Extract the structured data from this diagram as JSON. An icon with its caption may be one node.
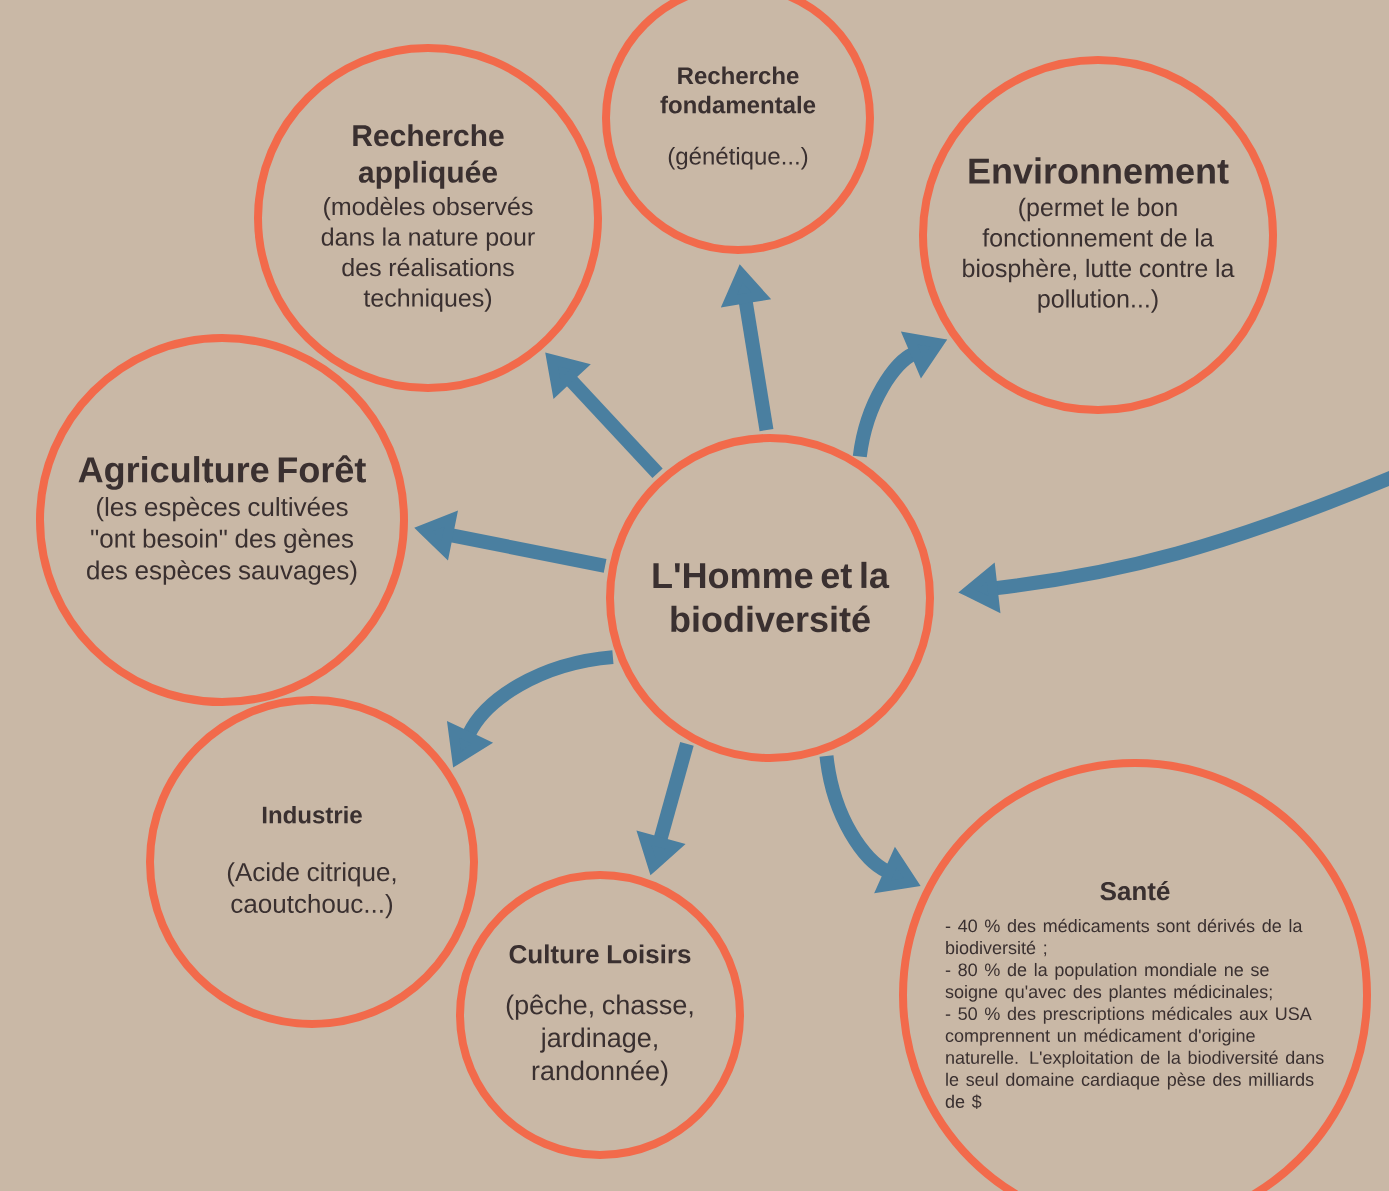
{
  "diagram": {
    "nodes": [
      {
        "text": [
          "L'Homme et la biodiversité"
        ]
      },
      {
        "text": [
          "Recherche appliquée",
          "(modèles observés dans la nature pour des réalisations techniques)"
        ]
      },
      {
        "text": [
          "Recherche fondamentale",
          "(génétique...)"
        ]
      },
      {
        "text": [
          "Environnement",
          "(permet le bon fonctionnement de la biosphère, lutte contre la pollution...)"
        ]
      },
      {
        "text": [
          "Agriculture Forêt",
          "(les espèces cultivées \"ont besoin\" des gènes des espèces sauvages)"
        ]
      },
      {
        "text": [
          "Industrie",
          "(Acide citrique, caoutchouc...)"
        ]
      },
      {
        "text": [
          "Culture Loisirs",
          "(pêche, chasse, jardinage, randonnée)"
        ]
      },
      {
        "text": [
          "Santé",
          "- 40 % des médicaments sont dérivés de la biodiversité ;",
          "- 80 % de la population mondiale ne se soigne qu'avec des plantes médicinales;",
          "- 50 % des prescriptions médicales aux USA comprennent un médicament d'origine naturelle. L'exploitation de la biodiversité dans le seul domaine cardiaque pèse des milliards de $"
        ]
      }
    ],
    "edges": [
      {
        "from": 0,
        "to": 1,
        "arrow": "to"
      },
      {
        "from": 0,
        "to": 2,
        "arrow": "to"
      },
      {
        "from": 0,
        "to": 3,
        "arrow": "to"
      },
      {
        "from": 0,
        "to": 4,
        "arrow": "to"
      },
      {
        "from": 0,
        "to": 5,
        "arrow": "to"
      },
      {
        "from": 0,
        "to": 6,
        "arrow": "to"
      },
      {
        "from": 0,
        "to": 7,
        "arrow": "to"
      },
      {
        "from": null,
        "to": 0,
        "arrow": "to"
      }
    ]
  }
}
